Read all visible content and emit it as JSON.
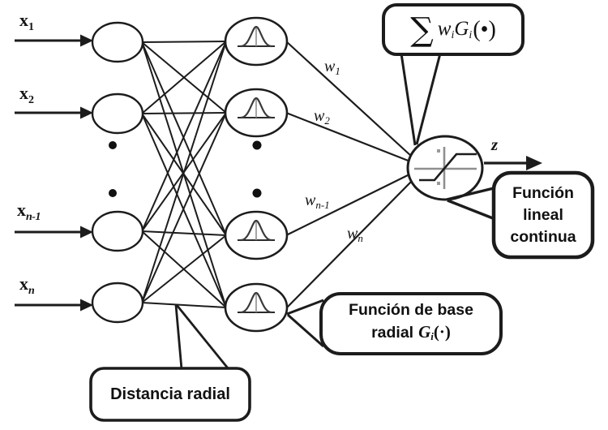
{
  "diagram": {
    "type": "rbf-neural-network",
    "inputs": [
      {
        "base": "x",
        "sub": "1"
      },
      {
        "base": "x",
        "sub": "2"
      },
      {
        "base": "x",
        "sub": "n-1"
      },
      {
        "base": "x",
        "sub": "n"
      }
    ],
    "weights": [
      {
        "base": "w",
        "sub": "1"
      },
      {
        "base": "w",
        "sub": "2"
      },
      {
        "base": "w",
        "sub": "n-1"
      },
      {
        "base": "w",
        "sub": "n"
      }
    ],
    "output_label": "z",
    "sum_formula": {
      "sigma": "∑",
      "w": "w",
      "w_sub": "i",
      "g": "G",
      "g_sub": "i",
      "args": "(•)"
    },
    "callouts": {
      "linear": {
        "lines": [
          "Función",
          "lineal",
          "continua"
        ]
      },
      "rbf": {
        "line1": "Función de base",
        "line2_prefix": "radial",
        "math_g": "G",
        "math_sub": "i",
        "math_args": "(·)"
      },
      "distance": {
        "text": "Distancia radial"
      }
    },
    "icons": {
      "hidden_node": "gaussian-curve",
      "output_node": "saturating-linear-function",
      "input_arrow": "solid-arrowhead"
    },
    "colors": {
      "stroke": "#1c1c1c",
      "axis_gray": "#8f8f8f",
      "background": "#ffffff"
    }
  }
}
